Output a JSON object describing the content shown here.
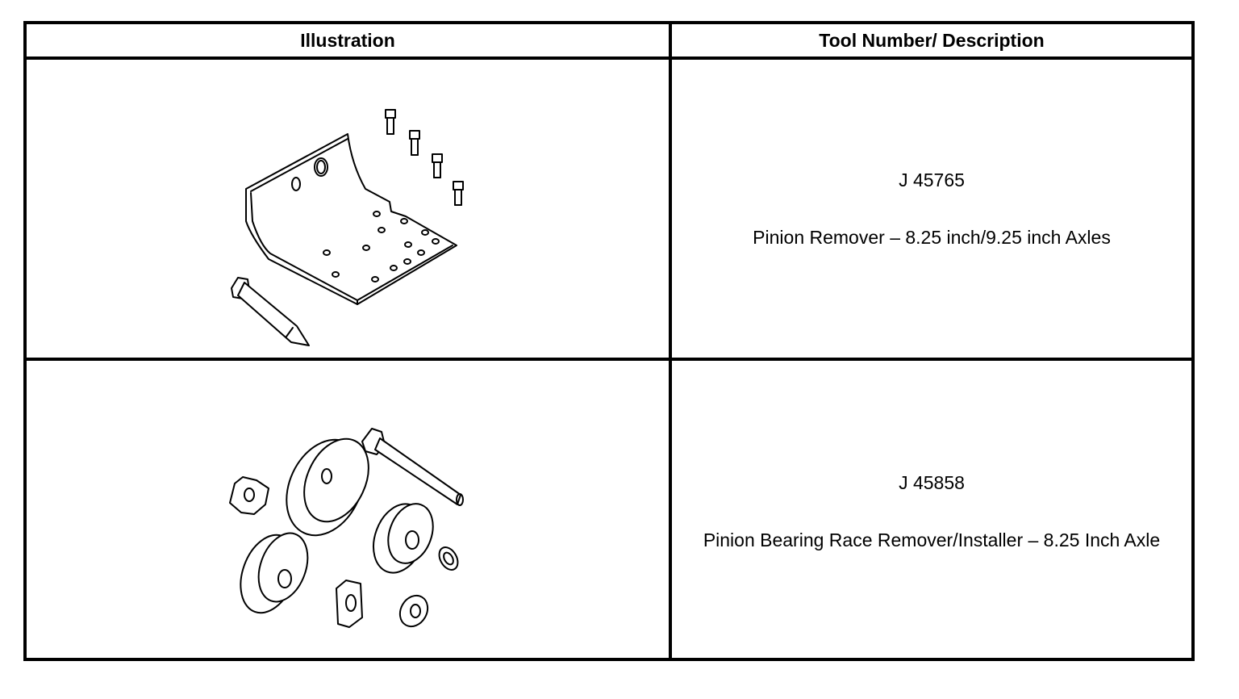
{
  "table": {
    "headers": {
      "illustration": "Illustration",
      "tool": "Tool Number/ Description"
    },
    "rows": [
      {
        "tool_number": "J 45765",
        "description": "Pinion Remover – 8.25 inch/9.25 inch Axles",
        "illustration_icon": "pinion-remover-bracket-icon"
      },
      {
        "tool_number": "J 45858",
        "description": "Pinion Bearing Race Remover/Installer – 8.25 Inch Axle",
        "illustration_icon": "bearing-race-tool-set-icon"
      }
    ]
  }
}
